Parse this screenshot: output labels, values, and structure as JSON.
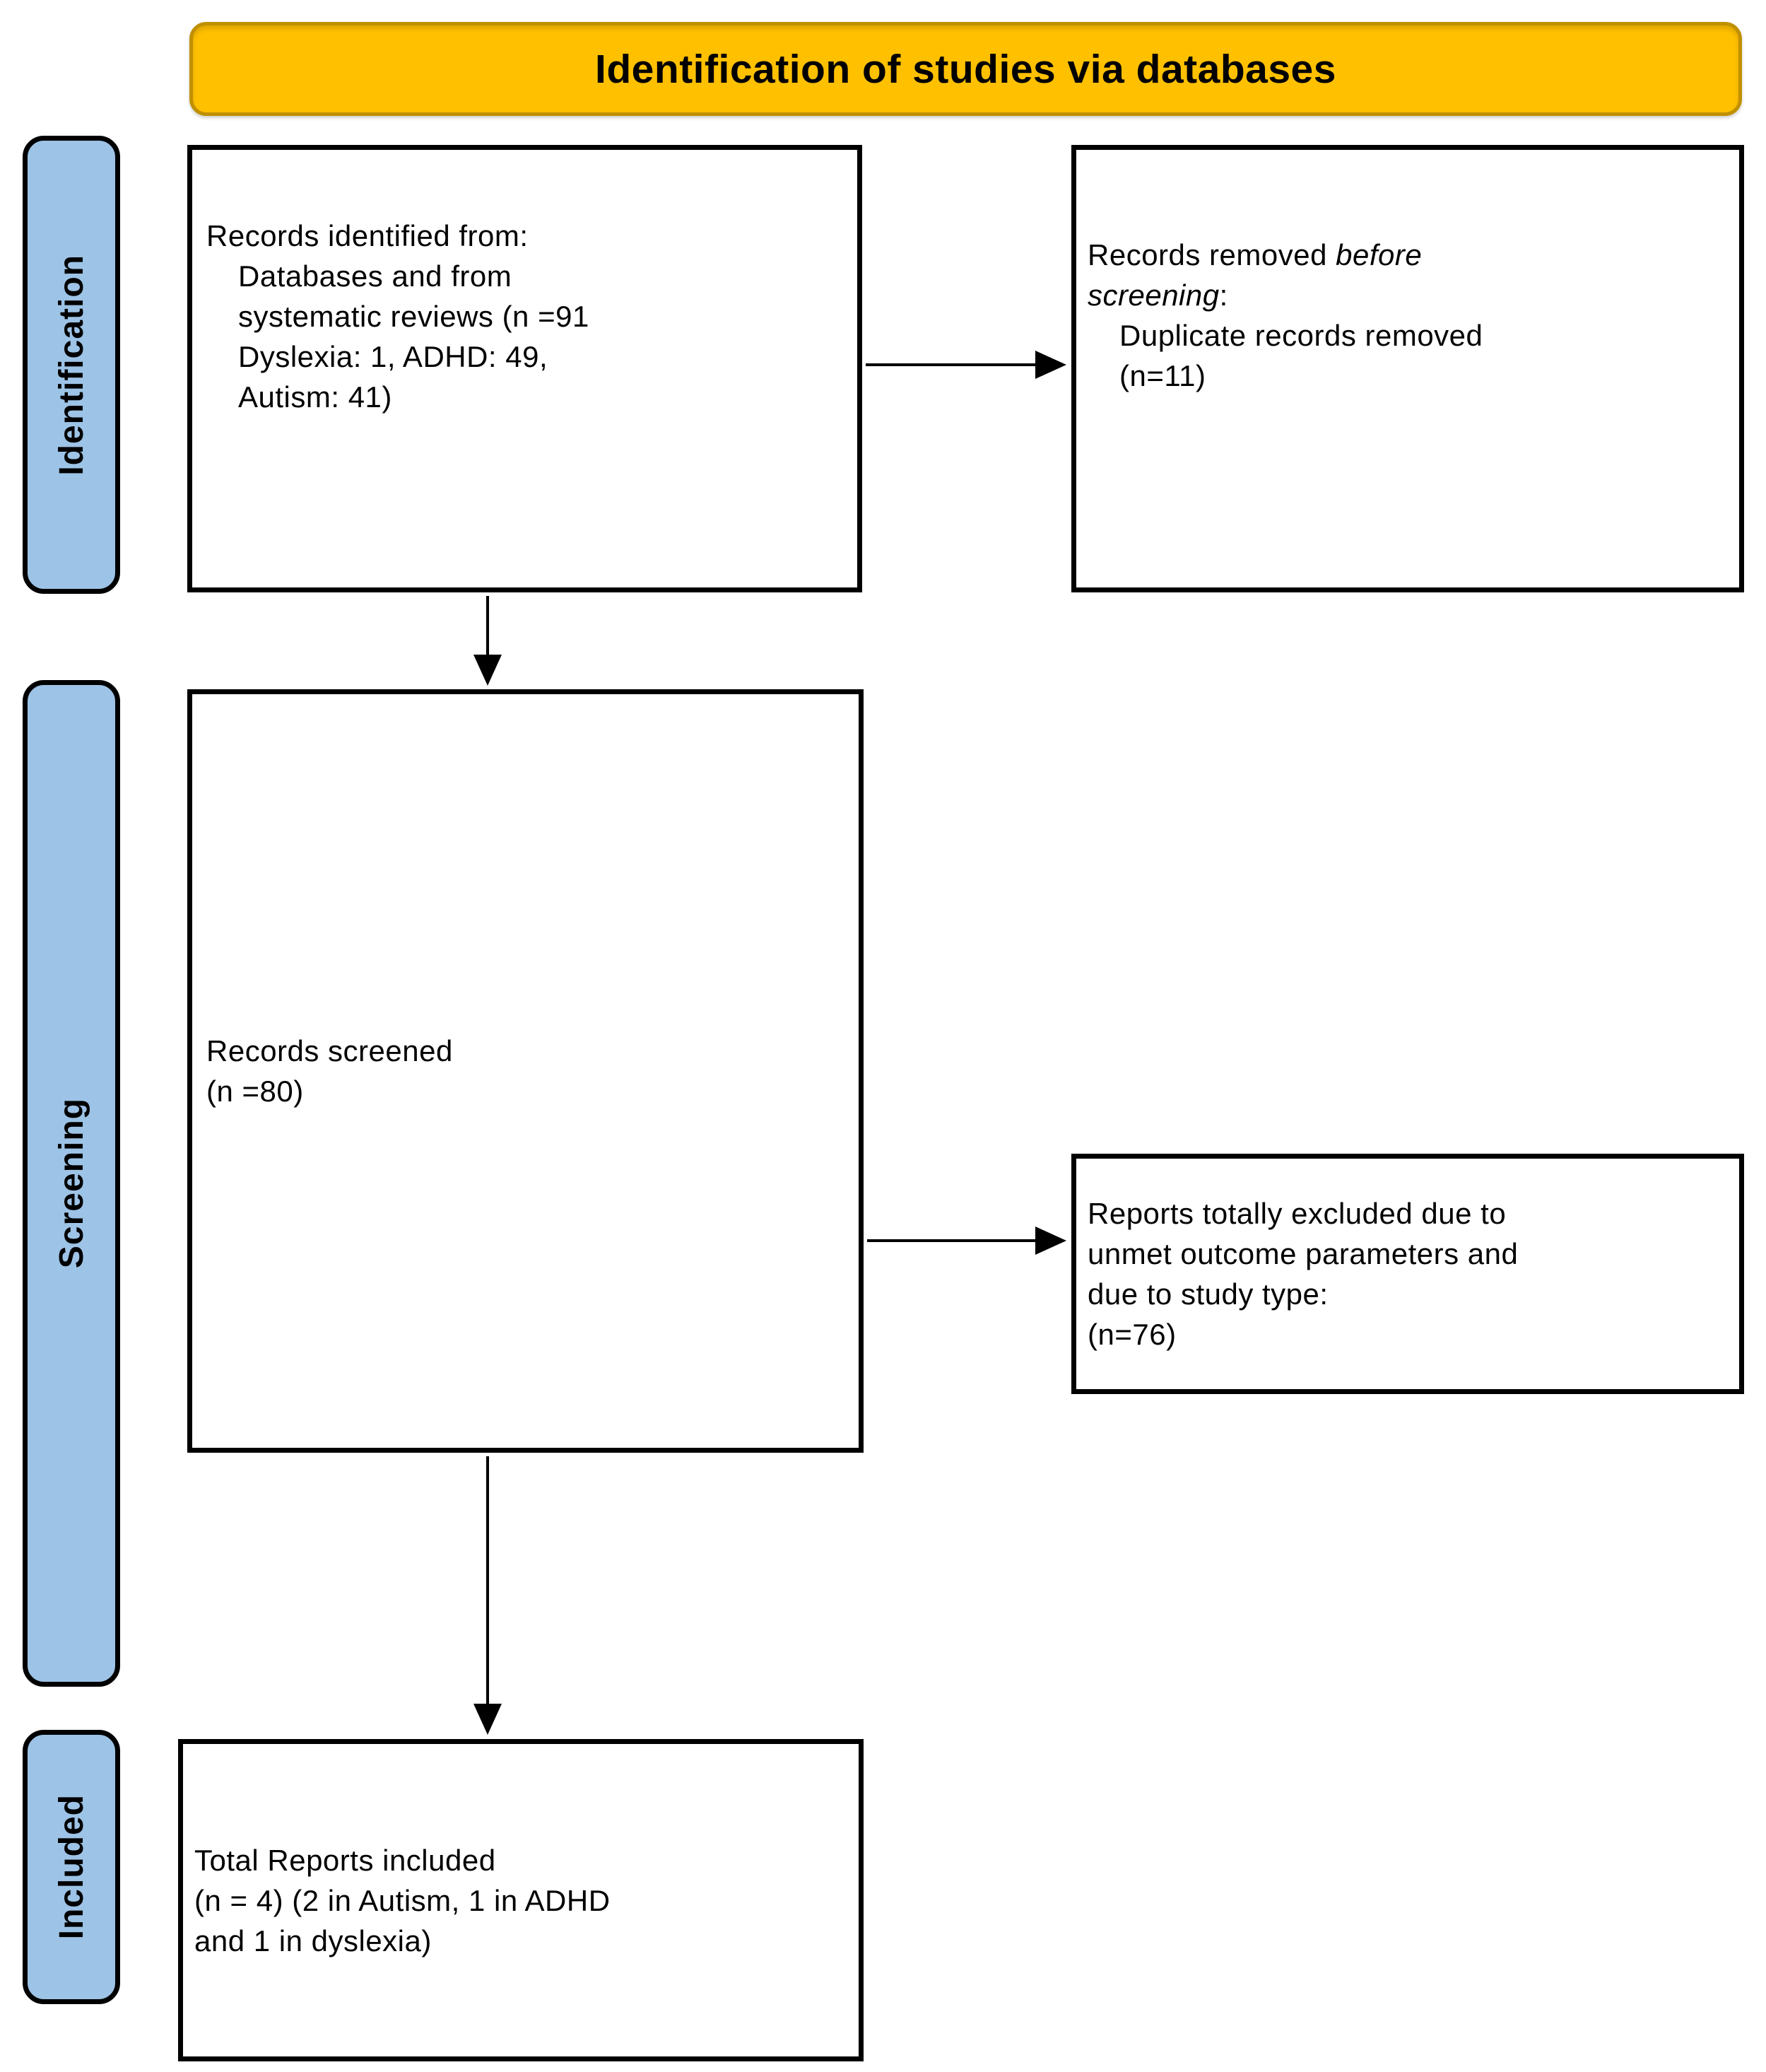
{
  "diagram": {
    "title": "Identification of studies via databases"
  },
  "stages": [
    {
      "label": "Identification"
    },
    {
      "label": "Screening"
    },
    {
      "label": "Included"
    }
  ],
  "boxes": {
    "records_identified": {
      "lines": [
        {
          "indent": false,
          "segments": [
            {
              "text": "Records identified from:"
            }
          ]
        },
        {
          "indent": true,
          "segments": [
            {
              "text": "Databases and from"
            }
          ]
        },
        {
          "indent": true,
          "segments": [
            {
              "text": "systematic reviews (n =91"
            }
          ]
        },
        {
          "indent": true,
          "segments": [
            {
              "text": "Dyslexia: 1, ADHD: 49,"
            }
          ]
        },
        {
          "indent": true,
          "segments": [
            {
              "text": "Autism: 41)"
            }
          ]
        }
      ]
    },
    "records_removed": {
      "lines": [
        {
          "indent": false,
          "segments": [
            {
              "text": "Records removed "
            },
            {
              "text": "before",
              "italic": true
            }
          ]
        },
        {
          "indent": false,
          "segments": [
            {
              "text": "screening",
              "italic": true
            },
            {
              "text": ":"
            }
          ]
        },
        {
          "indent": true,
          "segments": [
            {
              "text": "Duplicate records removed"
            }
          ]
        },
        {
          "indent": true,
          "segments": [
            {
              "text": "(n=11)"
            }
          ]
        }
      ]
    },
    "records_screened": {
      "lines": [
        {
          "indent": false,
          "segments": [
            {
              "text": "Records screened"
            }
          ]
        },
        {
          "indent": false,
          "segments": [
            {
              "text": "(n =80)"
            }
          ]
        }
      ]
    },
    "reports_excluded": {
      "lines": [
        {
          "indent": false,
          "segments": [
            {
              "text": "Reports totally excluded due to"
            }
          ]
        },
        {
          "indent": false,
          "segments": [
            {
              "text": "unmet outcome parameters and"
            }
          ]
        },
        {
          "indent": false,
          "segments": [
            {
              "text": "due to study type:"
            }
          ]
        },
        {
          "indent": false,
          "segments": [
            {
              "text": "(n=76)"
            }
          ]
        }
      ]
    },
    "total_included": {
      "lines": [
        {
          "indent": false,
          "segments": [
            {
              "text": "Total Reports included"
            }
          ]
        },
        {
          "indent": false,
          "segments": [
            {
              "text": "(n = 4) (2 in Autism, 1 in ADHD"
            }
          ]
        },
        {
          "indent": false,
          "segments": [
            {
              "text": "and 1 in dyslexia)"
            }
          ]
        }
      ]
    }
  },
  "arrows": [
    {
      "name": "identified-to-removed",
      "direction": "right"
    },
    {
      "name": "identified-to-screened",
      "direction": "down"
    },
    {
      "name": "screened-to-excluded",
      "direction": "right"
    },
    {
      "name": "screened-to-included",
      "direction": "down"
    }
  ],
  "colors": {
    "header_bg": "#FFC000",
    "header_border": "#BF9000",
    "stage_bg": "#9DC3E6",
    "stage_border": "#000000",
    "box_border": "#000000",
    "arrow": "#000000",
    "text": "#000000",
    "background": "#FFFFFF"
  }
}
